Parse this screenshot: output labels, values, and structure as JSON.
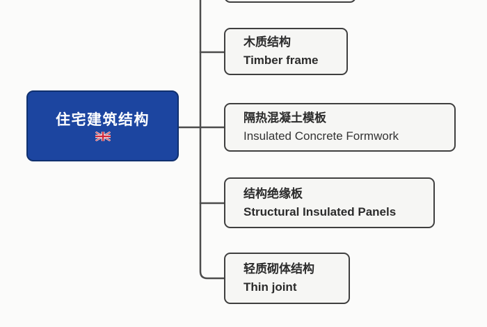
{
  "diagram": {
    "type": "mindmap",
    "root": {
      "label": "住宅建筑结构",
      "flag_icon": "uk-flag-icon",
      "bg_color": "#1c45a0",
      "border_color": "#10306e",
      "text_color": "#ffffff"
    },
    "branches": [
      {
        "zh": "木质结构",
        "en": "Timber frame"
      },
      {
        "zh": "隔热混凝土模板",
        "en": "Insulated Concrete Formwork"
      },
      {
        "zh": "结构绝缘板",
        "en": "Structural Insulated Panels"
      },
      {
        "zh": "轻质砌体结构",
        "en": "Thin joint"
      }
    ],
    "partial_top_node": {
      "visible_text": ""
    },
    "style": {
      "branch_bg_color": "#f6f6f4",
      "branch_border_color": "#3f3f3f",
      "connector_color": "#4c4c4c",
      "text_color": "#2b2b2b",
      "page_bg_color": "#fbfbfa"
    }
  }
}
